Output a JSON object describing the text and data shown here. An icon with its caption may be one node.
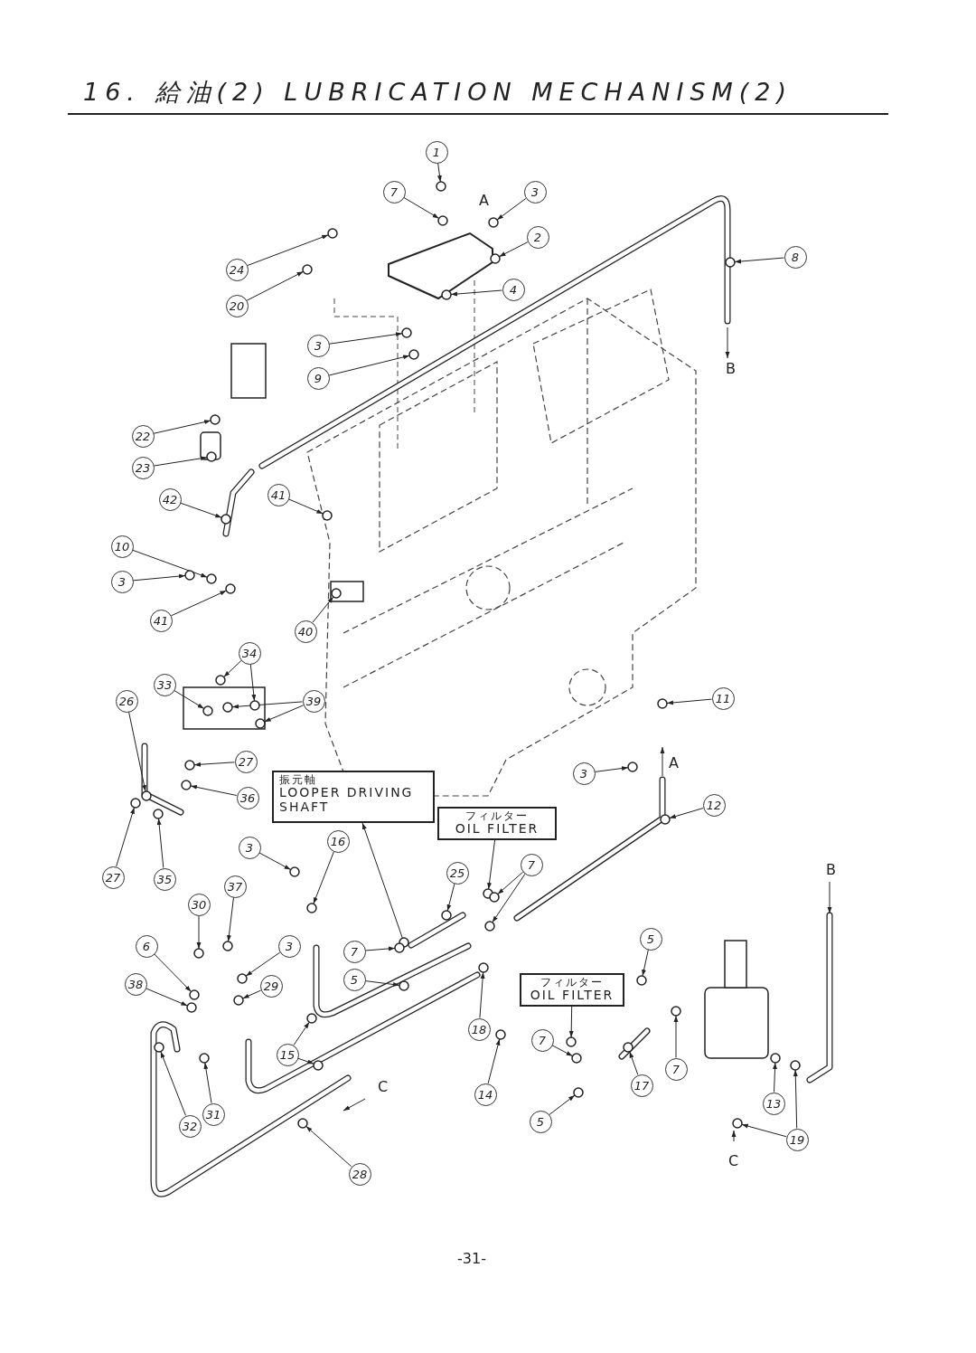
{
  "diagram": {
    "title": "16. 給油(2) LUBRICATION MECHANISM(2)",
    "nodes": [
      {
        "text": [
          "1"
        ]
      },
      {
        "text": [
          "7"
        ]
      },
      {
        "text": [
          "3"
        ]
      },
      {
        "text": [
          "2"
        ]
      },
      {
        "text": [
          "8"
        ]
      },
      {
        "text": [
          "24"
        ]
      },
      {
        "text": [
          "4"
        ]
      },
      {
        "text": [
          "20"
        ]
      },
      {
        "text": [
          "3"
        ]
      },
      {
        "text": [
          "9"
        ]
      },
      {
        "text": [
          "22"
        ]
      },
      {
        "text": [
          "23"
        ]
      },
      {
        "text": [
          "41"
        ]
      },
      {
        "text": [
          "42"
        ]
      },
      {
        "text": [
          "10"
        ]
      },
      {
        "text": [
          "3"
        ]
      },
      {
        "text": [
          "41"
        ]
      },
      {
        "text": [
          "40"
        ]
      },
      {
        "text": [
          "34"
        ]
      },
      {
        "text": [
          "33"
        ]
      },
      {
        "text": [
          "39"
        ]
      },
      {
        "text": [
          "11"
        ]
      },
      {
        "text": [
          "26"
        ]
      },
      {
        "text": [
          "27"
        ]
      },
      {
        "text": [
          "振元軸",
          "LOOPER DRIVING SHAFT"
        ]
      },
      {
        "text": [
          "3"
        ]
      },
      {
        "text": [
          "36"
        ]
      },
      {
        "text": [
          "12"
        ]
      },
      {
        "text": [
          "フィルター",
          "OIL FILTER"
        ]
      },
      {
        "text": [
          "3"
        ]
      },
      {
        "text": [
          "16"
        ]
      },
      {
        "text": [
          "7"
        ]
      },
      {
        "text": [
          "25"
        ]
      },
      {
        "text": [
          "27"
        ]
      },
      {
        "text": [
          "35"
        ]
      },
      {
        "text": [
          "37"
        ]
      },
      {
        "text": [
          "30"
        ]
      },
      {
        "text": [
          "5"
        ]
      },
      {
        "text": [
          "6"
        ]
      },
      {
        "text": [
          "3"
        ]
      },
      {
        "text": [
          "7"
        ]
      },
      {
        "text": [
          "フィルター",
          "OIL FILTER"
        ]
      },
      {
        "text": [
          "5"
        ]
      },
      {
        "text": [
          "38"
        ]
      },
      {
        "text": [
          "29"
        ]
      },
      {
        "text": [
          "18"
        ]
      },
      {
        "text": [
          "7"
        ]
      },
      {
        "text": [
          "15"
        ]
      },
      {
        "text": [
          "7"
        ]
      },
      {
        "text": [
          "17"
        ]
      },
      {
        "text": [
          "14"
        ]
      },
      {
        "text": [
          "13"
        ]
      },
      {
        "text": [
          "31"
        ]
      },
      {
        "text": [
          "32"
        ]
      },
      {
        "text": [
          "5"
        ]
      },
      {
        "text": [
          "19"
        ]
      },
      {
        "text": [
          "28"
        ]
      },
      {
        "text": [],
        "shape": "circle"
      },
      {
        "text": [],
        "shape": "circle"
      },
      {
        "text": [],
        "shape": "circle"
      },
      {
        "text": [],
        "shape": "circle"
      },
      {
        "text": [],
        "shape": "circle"
      },
      {
        "text": [],
        "shape": "circle"
      },
      {
        "text": [],
        "shape": "circle"
      },
      {
        "text": [],
        "shape": "circle"
      },
      {
        "text": [],
        "shape": "circle"
      },
      {
        "text": [],
        "shape": "circle"
      },
      {
        "text": [],
        "shape": "circle"
      },
      {
        "text": [],
        "shape": "circle"
      },
      {
        "text": [],
        "shape": "circle"
      },
      {
        "text": [],
        "shape": "circle"
      },
      {
        "text": [],
        "shape": "circle"
      },
      {
        "text": [],
        "shape": "circle"
      },
      {
        "text": [],
        "shape": "circle"
      },
      {
        "text": [],
        "shape": "circle"
      },
      {
        "text": [],
        "shape": "circle"
      },
      {
        "text": [],
        "shape": "circle"
      },
      {
        "text": [],
        "shape": "circle"
      },
      {
        "text": [],
        "shape": "circle"
      },
      {
        "text": [],
        "shape": "circle"
      },
      {
        "text": [],
        "shape": "circle"
      },
      {
        "text": [],
        "shape": "circle"
      },
      {
        "text": [],
        "shape": "circle"
      },
      {
        "text": [],
        "shape": "circle"
      },
      {
        "text": [],
        "shape": "circle"
      },
      {
        "text": [],
        "shape": "circle"
      },
      {
        "text": [],
        "shape": "circle"
      },
      {
        "text": [],
        "shape": "circle"
      },
      {
        "text": [],
        "shape": "circle"
      },
      {
        "text": [],
        "shape": "circle"
      },
      {
        "text": [],
        "shape": "circle"
      },
      {
        "text": [],
        "shape": "circle"
      },
      {
        "text": [],
        "shape": "circle"
      },
      {
        "text": [],
        "shape": "circle"
      },
      {
        "text": [],
        "shape": "circle"
      },
      {
        "text": [],
        "shape": "circle"
      },
      {
        "text": [],
        "shape": "circle"
      },
      {
        "text": [],
        "shape": "circle"
      },
      {
        "text": [],
        "shape": "circle"
      },
      {
        "text": [],
        "shape": "circle"
      },
      {
        "text": [],
        "shape": "circle"
      },
      {
        "text": [],
        "shape": "circle"
      },
      {
        "text": [],
        "shape": "circle"
      },
      {
        "text": [],
        "shape": "circle"
      },
      {
        "text": [],
        "shape": "circle"
      },
      {
        "text": [],
        "shape": "circle"
      },
      {
        "text": [],
        "shape": "circle"
      },
      {
        "text": [],
        "shape": "circle"
      },
      {
        "text": [],
        "shape": "circle"
      },
      {
        "text": [],
        "shape": "circle"
      },
      {
        "text": [],
        "shape": "circle"
      },
      {
        "text": [],
        "shape": "circle"
      },
      {
        "text": [],
        "shape": "circle"
      },
      {
        "text": [],
        "shape": "circle"
      },
      {
        "text": [],
        "shape": "circle"
      },
      {
        "text": [],
        "shape": "circle"
      },
      {
        "text": [],
        "shape": "circle"
      },
      {
        "text": [],
        "shape": "circle"
      },
      {
        "text": [],
        "shape": "circle"
      }
    ],
    "edges": [
      {
        "from": 0,
        "to": 57,
        "arrow": "to"
      },
      {
        "from": 1,
        "to": 58,
        "arrow": "to"
      },
      {
        "from": 2,
        "to": 59,
        "arrow": "to"
      },
      {
        "from": 3,
        "to": 60,
        "arrow": "to"
      },
      {
        "from": 4,
        "to": 61,
        "arrow": "to"
      },
      {
        "from": 5,
        "to": 62,
        "arrow": "to"
      },
      {
        "from": 6,
        "to": 63,
        "arrow": "to"
      },
      {
        "from": 7,
        "to": 64,
        "arrow": "to"
      },
      {
        "from": 8,
        "to": 65,
        "arrow": "to"
      },
      {
        "from": 9,
        "to": 66,
        "arrow": "to"
      },
      {
        "from": 10,
        "to": 67,
        "arrow": "to"
      },
      {
        "from": 11,
        "to": 68,
        "arrow": "to"
      },
      {
        "from": 12,
        "to": 69,
        "arrow": "to"
      },
      {
        "from": 13,
        "to": 70,
        "arrow": "to"
      },
      {
        "from": 14,
        "to": 71,
        "arrow": "to"
      },
      {
        "from": 15,
        "to": 72,
        "arrow": "to"
      },
      {
        "from": 16,
        "to": 73,
        "arrow": "to"
      },
      {
        "from": 17,
        "to": 74,
        "arrow": "to"
      },
      {
        "from": 18,
        "to": 75,
        "arrow": "to"
      },
      {
        "from": 18,
        "to": 76,
        "arrow": "to"
      },
      {
        "from": 19,
        "to": 77,
        "arrow": "to"
      },
      {
        "from": 20,
        "to": 78,
        "arrow": "to"
      },
      {
        "from": 20,
        "to": 79,
        "arrow": "to"
      },
      {
        "from": 21,
        "to": 80,
        "arrow": "to"
      },
      {
        "from": 22,
        "to": 81,
        "arrow": "to"
      },
      {
        "from": 23,
        "to": 82,
        "arrow": "to"
      },
      {
        "from": 83,
        "to": 24,
        "arrow": "to"
      },
      {
        "from": 25,
        "to": 84,
        "arrow": "to"
      },
      {
        "from": 26,
        "to": 85,
        "arrow": "to"
      },
      {
        "from": 27,
        "to": 86,
        "arrow": "to"
      },
      {
        "from": 28,
        "to": 87,
        "arrow": "to"
      },
      {
        "from": 29,
        "to": 88,
        "arrow": "to"
      },
      {
        "from": 30,
        "to": 89,
        "arrow": "to"
      },
      {
        "from": 31,
        "to": 90,
        "arrow": "to"
      },
      {
        "from": 31,
        "to": 91,
        "arrow": "to"
      },
      {
        "from": 32,
        "to": 92,
        "arrow": "to"
      },
      {
        "from": 33,
        "to": 93,
        "arrow": "to"
      },
      {
        "from": 34,
        "to": 94,
        "arrow": "to"
      },
      {
        "from": 35,
        "to": 95,
        "arrow": "to"
      },
      {
        "from": 36,
        "to": 96,
        "arrow": "to"
      },
      {
        "from": 37,
        "to": 97,
        "arrow": "to"
      },
      {
        "from": 38,
        "to": 98,
        "arrow": "to"
      },
      {
        "from": 39,
        "to": 99,
        "arrow": "to"
      },
      {
        "from": 40,
        "to": 100,
        "arrow": "to"
      },
      {
        "from": 41,
        "to": 101,
        "arrow": "to"
      },
      {
        "from": 42,
        "to": 102,
        "arrow": "to"
      },
      {
        "from": 43,
        "to": 103,
        "arrow": "to"
      },
      {
        "from": 44,
        "to": 104,
        "arrow": "to"
      },
      {
        "from": 45,
        "to": 105,
        "arrow": "to"
      },
      {
        "from": 46,
        "to": 106,
        "arrow": "to"
      },
      {
        "from": 47,
        "to": 107,
        "arrow": "to"
      },
      {
        "from": 47,
        "to": 108,
        "arrow": "to"
      },
      {
        "from": 48,
        "to": 109,
        "arrow": "to"
      },
      {
        "from": 49,
        "to": 110,
        "arrow": "to"
      },
      {
        "from": 50,
        "to": 111,
        "arrow": "to"
      },
      {
        "from": 51,
        "to": 112,
        "arrow": "to"
      },
      {
        "from": 52,
        "to": 113,
        "arrow": "to"
      },
      {
        "from": 53,
        "to": 114,
        "arrow": "to"
      },
      {
        "from": 54,
        "to": 115,
        "arrow": "to"
      },
      {
        "from": 55,
        "to": 116,
        "arrow": "to"
      },
      {
        "from": 55,
        "to": 117,
        "arrow": "to"
      },
      {
        "from": 56,
        "to": 118,
        "arrow": "to"
      }
    ],
    "labels": [
      "A",
      "B",
      "A",
      "B",
      "C",
      "C",
      "-31-"
    ]
  }
}
